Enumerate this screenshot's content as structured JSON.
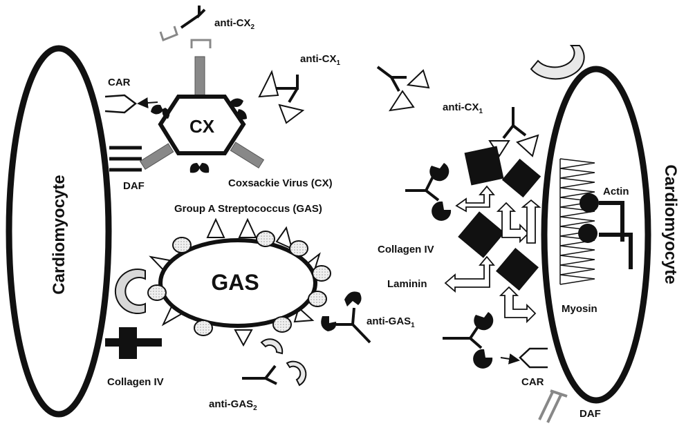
{
  "left_cell": {
    "label": "Cardiomyocyte"
  },
  "right_cell": {
    "label": "Cardiomyocyte"
  },
  "virus": {
    "short": "CX",
    "caption": "Coxsackie Virus (CX)"
  },
  "bacterium": {
    "short": "GAS",
    "caption": "Group A Streptococcus (GAS)"
  },
  "labels": {
    "car_left": "CAR",
    "daf_left": "DAF",
    "collagen_left": "Collagen IV",
    "car_right": "CAR",
    "daf_right": "DAF",
    "collagen_right": "Collagen IV",
    "laminin": "Laminin",
    "actin": "Actin",
    "myosin": "Myosin"
  },
  "antibodies": {
    "cx2": {
      "base": "anti-CX",
      "sub": "2"
    },
    "cx1_top": {
      "base": "anti-CX",
      "sub": "1"
    },
    "cx1_right": {
      "base": "anti-CX",
      "sub": "1"
    },
    "gas1": {
      "base": "anti-GAS",
      "sub": "1"
    },
    "gas2": {
      "base": "anti-GAS",
      "sub": "2"
    }
  },
  "colors": {
    "ink": "#111111",
    "gray": "#8a8a8a",
    "dot": "#dcdcdc"
  }
}
